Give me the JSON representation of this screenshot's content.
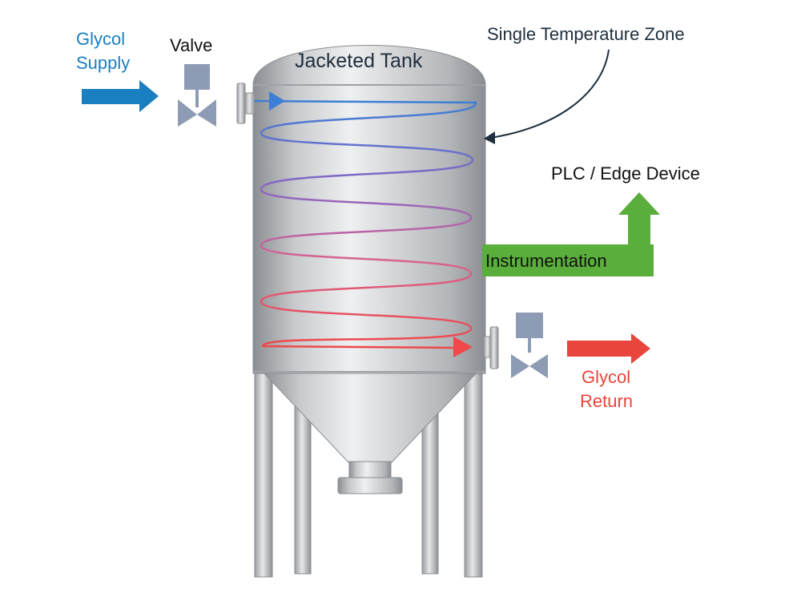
{
  "labels": {
    "glycol_supply_line1": "Glycol",
    "glycol_supply_line2": "Supply",
    "valve": "Valve",
    "tank": "Jacketed Tank",
    "zone": "Single Temperature Zone",
    "plc": "PLC / Edge Device",
    "instrumentation": "Instrumentation",
    "glycol_return_line1": "Glycol",
    "glycol_return_line2": "Return"
  },
  "colors": {
    "supply": "#1a7fc1",
    "return": "#e8453c",
    "instrumentation": "#5aae3c",
    "valve": "#8e9bb5",
    "coil_top": "#3d7fd6",
    "coil_bottom": "#f04848"
  },
  "icons": {
    "supply_arrow": "arrow-right-icon",
    "return_arrow": "arrow-right-icon",
    "plc_arrow": "arrow-up-icon",
    "valve": "valve-icon"
  }
}
